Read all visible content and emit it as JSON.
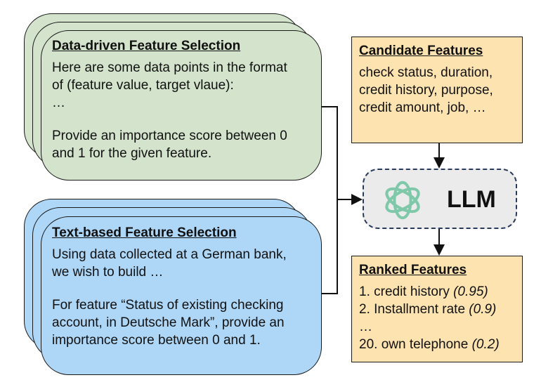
{
  "data_driven": {
    "title": "Data-driven Feature Selection",
    "lines": [
      "Here are some data points in the format",
      "of (feature value, target vlaue):",
      "…",
      "",
      "Provide an importance score between 0",
      "and 1 for the given feature."
    ]
  },
  "text_based": {
    "title": "Text-based Feature Selection",
    "lines": [
      "Using data collected at a German bank,",
      "we wish to build …",
      "",
      "For feature “Status of existing checking",
      "account, in Deutsche Mark”, provide an",
      "importance score between 0 and 1."
    ]
  },
  "candidate": {
    "title": "Candidate Features",
    "lines": [
      "check status, duration,",
      "credit history, purpose,",
      "credit amount, job, …"
    ]
  },
  "llm": {
    "label": "LLM",
    "icon": "openai-logo-icon"
  },
  "ranked": {
    "title": "Ranked Features",
    "items": [
      {
        "text": "1. credit history ",
        "score": "(0.95)"
      },
      {
        "text": "2. Installment rate ",
        "score": "(0.9)"
      },
      {
        "text": "…",
        "score": ""
      },
      {
        "text": "20. own telephone ",
        "score": "(0.2)"
      }
    ]
  },
  "colors": {
    "green_card": "#d3e3cc",
    "blue_card": "#aed6f7",
    "orange_box": "#fde3b0",
    "llm_box": "#ebebeb",
    "logo": "#7fc8a9"
  }
}
